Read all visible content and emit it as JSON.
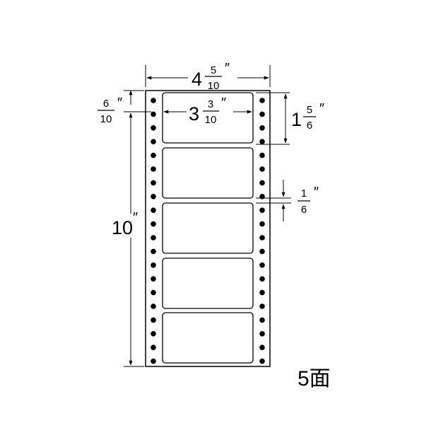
{
  "dimensions": {
    "total_width": {
      "whole": "4",
      "num": "5",
      "den": "10",
      "unit": "″"
    },
    "label_width": {
      "whole": "3",
      "num": "3",
      "den": "10",
      "unit": "″"
    },
    "label_height": {
      "whole": "1",
      "num": "5",
      "den": "6",
      "unit": "″"
    },
    "label_gap": {
      "num": "1",
      "den": "6",
      "unit": "″"
    },
    "top_margin": {
      "num": "6",
      "den": "10",
      "unit": "″"
    },
    "sheet_height": {
      "value": "10",
      "unit": "″"
    }
  },
  "label_count": 5,
  "faces_label": "5面"
}
